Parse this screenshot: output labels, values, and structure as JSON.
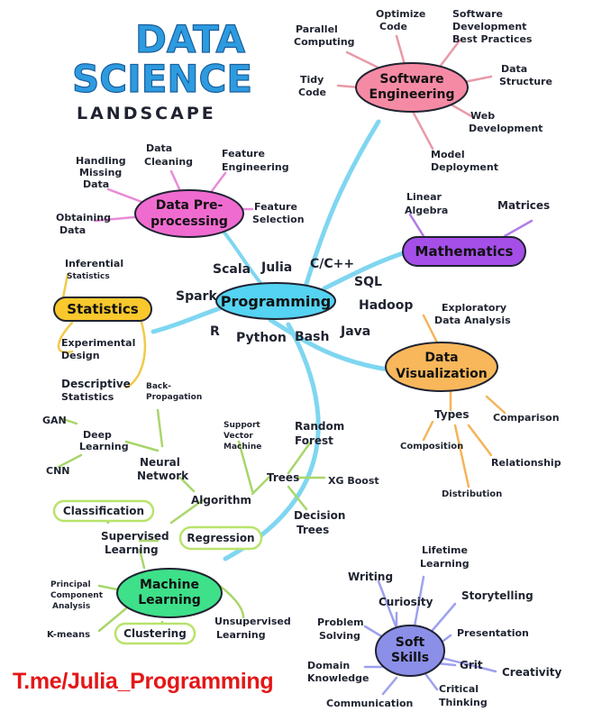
{
  "title": {
    "line1": "DATA",
    "line2": "SCIENCE",
    "line3": "LANDSCAPE"
  },
  "watermark": "T.me/Julia_Programming",
  "colors": {
    "programming": "#55d3f2",
    "software": "#f58aa4",
    "data_prep": "#f06bd0",
    "mathematics": "#a54fe8",
    "statistics": "#f9c82d",
    "visualization": "#f8b75a",
    "machine_learning": "#3ee08a",
    "ml_branch": "#b8e36b",
    "soft_skills": "#8b8fe8",
    "title_blue": "#2d9be0"
  },
  "hubs": {
    "programming": "Programming",
    "software": [
      "Software",
      "Engineering"
    ],
    "data_prep": [
      "Data Pre-",
      "processing"
    ],
    "mathematics": "Mathematics",
    "statistics": "Statistics",
    "visualization": [
      "Data",
      "Visualization"
    ],
    "machine_learning": [
      "Machine",
      "Learning"
    ],
    "soft_skills": [
      "Soft",
      "Skills"
    ]
  },
  "software_items": {
    "parallel": [
      "Parallel",
      "Computing"
    ],
    "optimize": [
      "Optimize",
      "Code"
    ],
    "best_practices": [
      "Software",
      "Development",
      "Best Practices"
    ],
    "tidy": [
      "Tidy",
      "Code"
    ],
    "data_structure": [
      "Data",
      "Structure"
    ],
    "web_dev": [
      "Web",
      "Development"
    ],
    "model_deploy": [
      "Model",
      "Deployment"
    ]
  },
  "prep_items": {
    "data_cleaning": [
      "Data",
      "Cleaning"
    ],
    "feature_engineering": [
      "Feature",
      "Engineering"
    ],
    "handling_missing": [
      "Handling",
      "Missing",
      "Data"
    ],
    "obtaining": [
      "Obtaining",
      "Data"
    ],
    "feature_selection": [
      "Feature",
      "Selection"
    ]
  },
  "math_items": {
    "linear_algebra": [
      "Linear",
      "Algebra"
    ],
    "matrices": "Matrices"
  },
  "languages": {
    "scala": "Scala",
    "julia": "Julia",
    "c": "C/C++",
    "sql": "SQL",
    "spark": "Spark",
    "hadoop": "Hadoop",
    "r": "R",
    "python": "Python",
    "bash": "Bash",
    "java": "Java"
  },
  "stats_items": {
    "inferential": [
      "Inferential",
      "Statistics"
    ],
    "experimental": [
      "Experimental",
      "Design"
    ],
    "descriptive": [
      "Descriptive",
      "Statistics"
    ]
  },
  "viz_items": {
    "eda": [
      "Exploratory",
      "Data Analysis"
    ],
    "types": "Types",
    "comparison": "Comparison",
    "composition": "Composition",
    "relationship": "Relationship",
    "distribution": "Distribution"
  },
  "ml_items": {
    "backprop": [
      "Back-",
      "Propagation"
    ],
    "gan": "GAN",
    "deep_learning": [
      "Deep",
      "Learning"
    ],
    "cnn": "CNN",
    "neural_network": [
      "Neural",
      "Network"
    ],
    "svm": [
      "Support",
      "Vector",
      "Machine"
    ],
    "random_forest": [
      "Random",
      "Forest"
    ],
    "trees": "Trees",
    "xgboost": "XG Boost",
    "decision_trees": [
      "Decision",
      "Trees"
    ],
    "algorithm": "Algorithm",
    "classification": "Classification",
    "supervised": [
      "Supervised",
      "Learning"
    ],
    "regression": "Regression",
    "pca": [
      "Principal",
      "Component",
      "Analysis"
    ],
    "kmeans": "K-means",
    "clustering": "Clustering",
    "unsupervised": [
      "Unsupervised",
      "Learning"
    ]
  },
  "soft_items": {
    "writing": "Writing",
    "lifetime": [
      "Lifetime",
      "Learning"
    ],
    "curiosity": "Curiosity",
    "storytelling": "Storytelling",
    "problem_solving": [
      "Problem",
      "Solving"
    ],
    "presentation": "Presentation",
    "domain": [
      "Domain",
      "Knowledge"
    ],
    "grit": "Grit",
    "creativity": "Creativity",
    "communication": "Communication",
    "critical": [
      "Critical",
      "Thinking"
    ]
  }
}
